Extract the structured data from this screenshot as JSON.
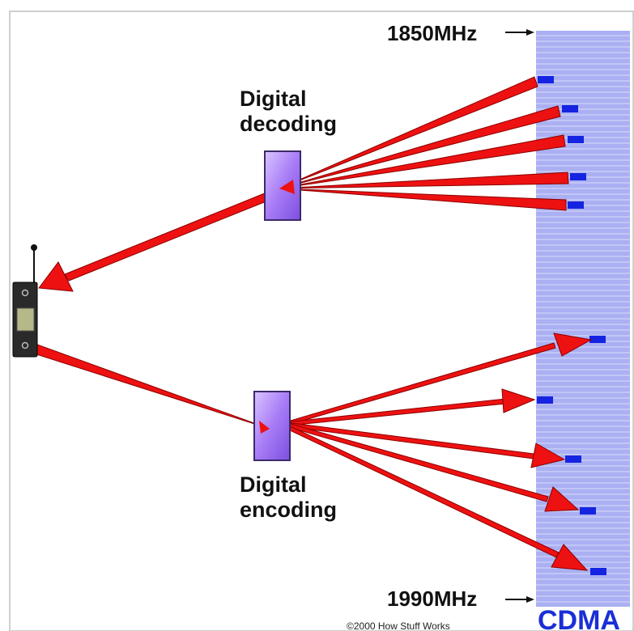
{
  "labels": {
    "freq_top": "1850MHz",
    "freq_bottom": "1990MHz",
    "decoding_line1": "Digital",
    "decoding_line2": "decoding",
    "encoding_line1": "Digital",
    "encoding_line2": "encoding",
    "brand": "CDMA",
    "copyright": "©2000 How Stuff Works"
  },
  "colors": {
    "band": "#aab0f2",
    "band_line": "#ffffff",
    "slot": "#1524e0",
    "arrow": "#ee1111",
    "arrow_edge": "#8a0000",
    "box": "#a87cf6",
    "phone": "#2a2a2a",
    "screen": "#b7b88a",
    "brand": "#1a2fd6"
  },
  "icons": {
    "phone": "mobile-phone-icon",
    "decoder": "decoder-box",
    "encoder": "encoder-box"
  }
}
